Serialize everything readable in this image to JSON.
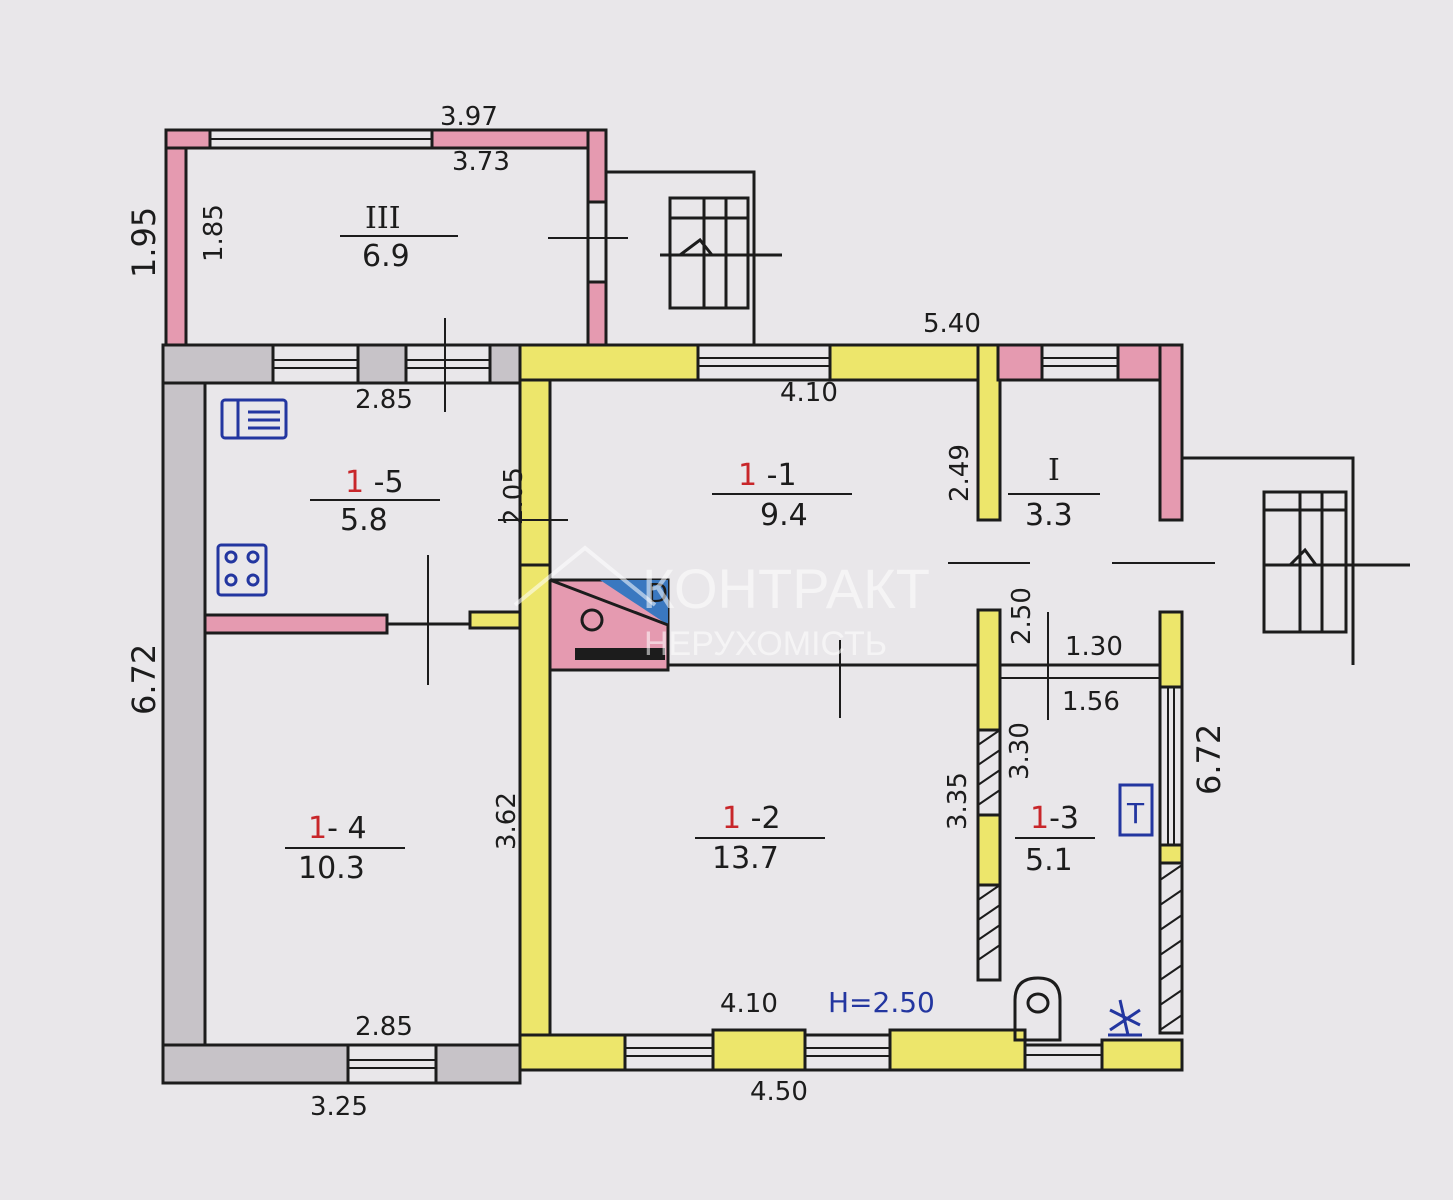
{
  "colors": {
    "background": "#e9e7ea",
    "line": "#1c1c1c",
    "brick_wall": "#e59ab0",
    "wood_wall": "#ede66b",
    "grey_wall": "#c7c3c8",
    "blue_symbol": "#2336a0",
    "red_digit": "#c8262a"
  },
  "rooms": [
    {
      "code_prefix": "",
      "code_red": "",
      "code_suffix": "",
      "roman": "III",
      "area": "6.9"
    },
    {
      "code_prefix": "",
      "code_red": "1",
      "code_suffix": " -5",
      "roman": "",
      "area": "5.8"
    },
    {
      "code_prefix": "",
      "code_red": "1",
      "code_suffix": " -1",
      "roman": "",
      "area": "9.4"
    },
    {
      "code_prefix": "",
      "code_red": "",
      "code_suffix": "",
      "roman": "I",
      "area": "3.3"
    },
    {
      "code_prefix": "",
      "code_red": "1",
      "code_suffix": "- 4",
      "roman": "",
      "area": "10.3"
    },
    {
      "code_prefix": "",
      "code_red": "1",
      "code_suffix": " -2",
      "roman": "",
      "area": "13.7"
    },
    {
      "code_prefix": "",
      "code_red": "1",
      "code_suffix": "-3",
      "roman": "",
      "area": "5.1"
    }
  ],
  "dimensions": {
    "porch_outer_width": "3.97",
    "porch_inner_width": "3.73",
    "porch_outer_depth": "1.95",
    "porch_inner_depth": "1.85",
    "top_right_width": "5.40",
    "kitchen_top_width": "2.85",
    "room11_top_width": "4.10",
    "room11_depth": "2.49",
    "kitchen_depth": "2.05",
    "left_total": "6.72",
    "right_total": "6.72",
    "room14_depth": "3.62",
    "hall_depth": "2.50",
    "hall_width": "1.30",
    "bath_width": "1.56",
    "bath_depth": "3.30",
    "room12_depth": "3.35",
    "bottom_inner_left": "2.85",
    "bottom_outer_left": "3.25",
    "bottom_inner_mid": "4.10",
    "bottom_outer_mid": "4.50",
    "ceiling_height": "H=2.50"
  },
  "symbols": {
    "toilet_label": "T",
    "stove_icon": "stove-icon",
    "sink_icon": "sink-icon",
    "boiler_icon": "boiler-icon",
    "wc_icon": "toilet-bowl-icon",
    "tap_icon": "tap-icon"
  },
  "watermark": {
    "line1": "КОНТРАКТ",
    "line2": "НЕРУХОМІСТЬ"
  }
}
